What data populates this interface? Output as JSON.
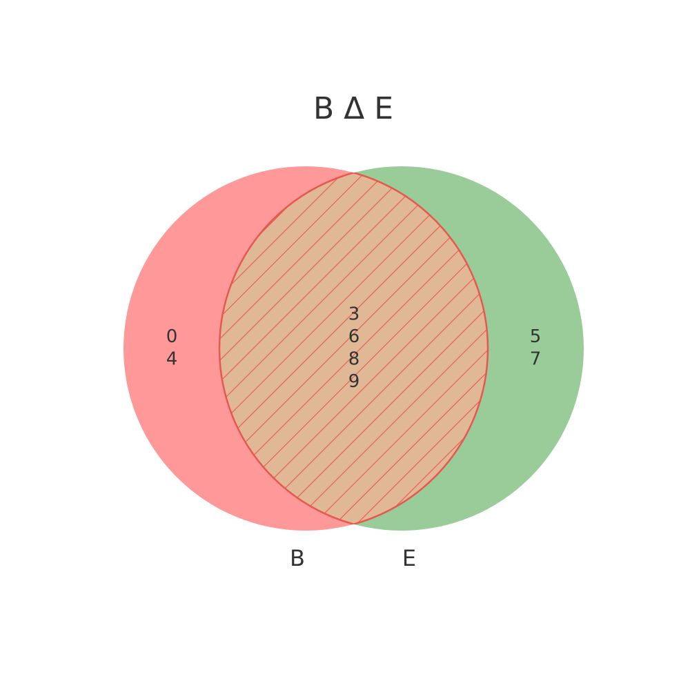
{
  "title": "B Δ E",
  "sets": [
    {
      "name": "B",
      "color": "#ff9999"
    },
    {
      "name": "E",
      "color": "#99cc99"
    }
  ],
  "overlap_fill": "#e0b896",
  "hatch_color": "#e8574f",
  "regions": {
    "only_b": [
      "0",
      "4"
    ],
    "both": [
      "3",
      "6",
      "8",
      "9"
    ],
    "only_e": [
      "5",
      "7"
    ]
  }
}
